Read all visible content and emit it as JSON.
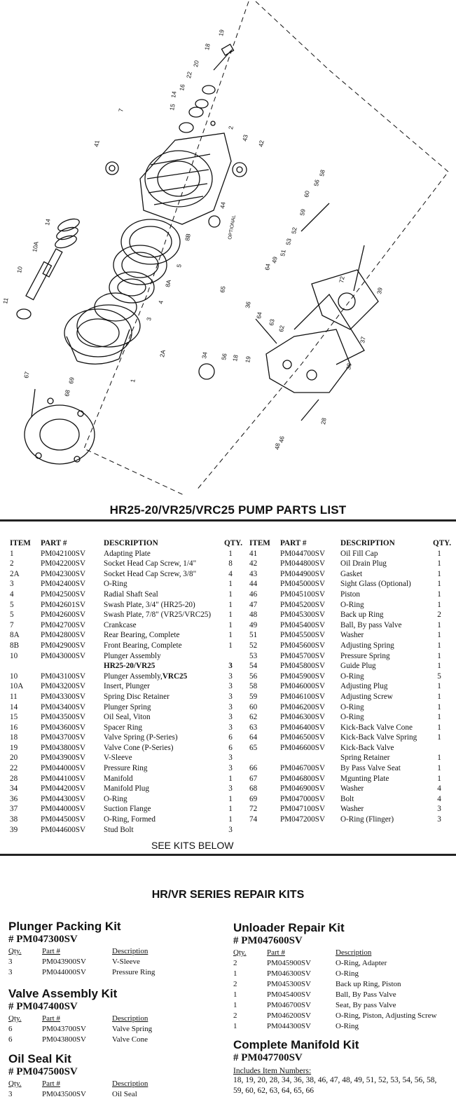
{
  "diagram": {
    "callouts": [
      "19",
      "18",
      "20",
      "22",
      "16",
      "14",
      "15",
      "7",
      "2",
      "41",
      "43",
      "42",
      "14",
      "44",
      "OPTIONAL",
      "58",
      "56",
      "60",
      "59",
      "52",
      "53",
      "51",
      "49",
      "64",
      "8B",
      "10A",
      "5",
      "8A",
      "10",
      "4",
      "11",
      "3",
      "65",
      "36",
      "64",
      "63",
      "62",
      "72",
      "39",
      "37",
      "38",
      "2A",
      "1",
      "34",
      "56",
      "18",
      "19",
      "67",
      "69",
      "68",
      "28",
      "46",
      "48"
    ]
  },
  "title": "HR25-20/VR25/VRC25 PUMP PARTS LIST",
  "headers": {
    "item": "ITEM",
    "part": "PART #",
    "desc": "DESCRIPTION",
    "qty": "QTY."
  },
  "left_rows": [
    {
      "item": "1",
      "part": "PM042100SV",
      "desc": "Adapting Plate",
      "qty": "1"
    },
    {
      "item": "2",
      "part": "PM042200SV",
      "desc": "Socket Head Cap Screw, 1/4\"",
      "qty": "8"
    },
    {
      "item": "2A",
      "part": "PM042300SV",
      "desc": "Socket Head Cap Screw, 3/8\"",
      "qty": "4"
    },
    {
      "item": "3",
      "part": "PM042400SV",
      "desc": "O-Ring",
      "qty": "1"
    },
    {
      "item": "4",
      "part": "PM042500SV",
      "desc": "Radial Shaft Seal",
      "qty": "1"
    },
    {
      "item": "5",
      "part": "PM042601SV",
      "desc": "Swash Plate, 3/4\" (HR25-20)",
      "qty": "1"
    },
    {
      "item": "5",
      "part": "PM042600SV",
      "desc": "Swash Plate, 7/8\" (VR25/VRC25)",
      "qty": "1"
    },
    {
      "item": "7",
      "part": "PM042700SV",
      "desc": "Crankcase",
      "qty": "1"
    },
    {
      "item": "8A",
      "part": "PM042800SV",
      "desc": "Rear Bearing, Complete",
      "qty": "1"
    },
    {
      "item": "8B",
      "part": "PM042900SV",
      "desc": "Front Bearing, Complete",
      "qty": "1"
    },
    {
      "item": "10",
      "part": "PM043000SV",
      "desc": "Plunger Assembly",
      "qty": ""
    },
    {
      "item": "",
      "part": "",
      "desc": "HR25-20/VR25",
      "qty": "3",
      "bold": true
    },
    {
      "item": "10",
      "part": "PM043100SV",
      "desc": "Plunger Assembly,",
      "desc_bold": "VRC25",
      "qty": "3"
    },
    {
      "item": "10A",
      "part": "PM043200SV",
      "desc": "Insert, Plunger",
      "qty": "3"
    },
    {
      "item": "11",
      "part": "PM043300SV",
      "desc": "Spring Disc Retainer",
      "qty": "3"
    },
    {
      "item": "14",
      "part": "PM043400SV",
      "desc": "Plunger Spring",
      "qty": "3"
    },
    {
      "item": "15",
      "part": "PM043500SV",
      "desc": "Oil Seal, Viton",
      "qty": "3"
    },
    {
      "item": "16",
      "part": "PM043600SV",
      "desc": "Spacer Ring",
      "qty": "3"
    },
    {
      "item": "18",
      "part": "PM043700SV",
      "desc": "Valve Spring (P-Series)",
      "qty": "6"
    },
    {
      "item": "19",
      "part": "PM043800SV",
      "desc": "Valve Cone (P-Series)",
      "qty": "6"
    },
    {
      "item": "20",
      "part": "PM043900SV",
      "desc": "V-Sleeve",
      "qty": "3"
    },
    {
      "item": "22",
      "part": "PM044000SV",
      "desc": "Pressure Ring",
      "qty": "3"
    },
    {
      "item": "28",
      "part": "PM044100SV",
      "desc": "Manifold",
      "qty": "1"
    },
    {
      "item": "34",
      "part": "PM044200SV",
      "desc": "Manifold Plug",
      "qty": "3"
    },
    {
      "item": "36",
      "part": "PM044300SV",
      "desc": "O-Ring",
      "qty": "1"
    },
    {
      "item": "37",
      "part": "PM044000SV",
      "desc": "Suction Flange",
      "qty": "1"
    },
    {
      "item": "38",
      "part": "PM044500SV",
      "desc": "O-Ring, Formed",
      "qty": "1"
    },
    {
      "item": "39",
      "part": "PM044600SV",
      "desc": "Stud Bolt",
      "qty": "3"
    }
  ],
  "right_rows": [
    {
      "item": "41",
      "part": "PM044700SV",
      "desc": "Oil Fill Cap",
      "qty": "1"
    },
    {
      "item": "42",
      "part": "PM044800SV",
      "desc": "Oil Drain Plug",
      "qty": "1"
    },
    {
      "item": "43",
      "part": "PM044900SV",
      "desc": "Gasket",
      "qty": "1"
    },
    {
      "item": "44",
      "part": "PM045000SV",
      "desc": "Sight Glass (Optional)",
      "qty": "1"
    },
    {
      "item": "46",
      "part": "PM045100SV",
      "desc": "Piston",
      "qty": "1"
    },
    {
      "item": "47",
      "part": "PM045200SV",
      "desc": "O-Ring",
      "qty": "1"
    },
    {
      "item": "48",
      "part": "PM045300SV",
      "desc": "Back up Ring",
      "qty": "2"
    },
    {
      "item": "49",
      "part": "PM045400SV",
      "desc": "Ball, By pass Valve",
      "qty": "1"
    },
    {
      "item": "51",
      "part": "PM045500SV",
      "desc": "Washer",
      "qty": "1"
    },
    {
      "item": "52",
      "part": "PM045600SV",
      "desc": "Adjusting Spring",
      "qty": "1"
    },
    {
      "item": "53",
      "part": "PM045700SV",
      "desc": "Pressure Spring",
      "qty": "1"
    },
    {
      "item": "54",
      "part": "PM045800SV",
      "desc": "Guide Plug",
      "qty": "1"
    },
    {
      "item": "56",
      "part": "PM045900SV",
      "desc": "O-Ring",
      "qty": "5"
    },
    {
      "item": "58",
      "part": "PM046000SV",
      "desc": "Adjusting Plug",
      "qty": "1"
    },
    {
      "item": "59",
      "part": "PM046100SV",
      "desc": "Adjusting Screw",
      "qty": "1"
    },
    {
      "item": "60",
      "part": "PM046200SV",
      "desc": "O-Ring",
      "qty": "1"
    },
    {
      "item": "62",
      "part": "PM046300SV",
      "desc": "O-Ring",
      "qty": "1"
    },
    {
      "item": "63",
      "part": "PM046400SV",
      "desc": "Kick-Back Valve Cone",
      "qty": "1"
    },
    {
      "item": "64",
      "part": "PM046500SV",
      "desc": "Kick-Back Valve Spring",
      "qty": "1"
    },
    {
      "item": "65",
      "part": "PM046600SV",
      "desc": "Kick-Back Valve",
      "qty": ""
    },
    {
      "item": "",
      "part": "",
      "desc": "Spring Retainer",
      "qty": "1"
    },
    {
      "item": "66",
      "part": "PM046700SV",
      "desc": "By Pass Valve Seat",
      "qty": "1"
    },
    {
      "item": "67",
      "part": "PM046800SV",
      "desc": "Mgunting Plate",
      "qty": "1"
    },
    {
      "item": "68",
      "part": "PM046900SV",
      "desc": "Washer",
      "qty": "4"
    },
    {
      "item": "69",
      "part": "PM047000SV",
      "desc": "Bolt",
      "qty": "4"
    },
    {
      "item": "72",
      "part": "PM047100SV",
      "desc": "Washer",
      "qty": "3"
    },
    {
      "item": "74",
      "part": "PM047200SV",
      "desc": "O-Ring (Flinger)",
      "qty": "3"
    }
  ],
  "see_kits": "SEE KITS BELOW",
  "kits_title": "HR/VR SERIES REPAIR KITS",
  "kit_headers": {
    "qty": "Qty.",
    "part": "Part #",
    "desc": "Description"
  },
  "kits": {
    "plunger": {
      "name": "Plunger Packing Kit",
      "number": "# PM047300SV",
      "rows": [
        {
          "qty": "3",
          "part": "PM043900SV",
          "desc": "V-Sleeve"
        },
        {
          "qty": "3",
          "part": "PM044000SV",
          "desc": "Pressure Ring"
        }
      ]
    },
    "valve": {
      "name": "Valve Assembly Kit",
      "number": "# PM047400SV",
      "rows": [
        {
          "qty": "6",
          "part": "PM043700SV",
          "desc": "Valve Spring"
        },
        {
          "qty": "6",
          "part": "PM043800SV",
          "desc": "Valve Cone"
        }
      ]
    },
    "oilseal": {
      "name": "Oil Seal Kit",
      "number": "# PM047500SV",
      "rows": [
        {
          "qty": "3",
          "part": "PM043500SV",
          "desc": "Oil Seal"
        }
      ]
    },
    "unloader": {
      "name": "Unloader Repair Kit",
      "number": "# PM047600SV",
      "rows": [
        {
          "qty": "2",
          "part": "PM045900SV",
          "desc": "O-Ring, Adapter"
        },
        {
          "qty": "1",
          "part": "PM046300SV",
          "desc": "O-Ring"
        },
        {
          "qty": "2",
          "part": "PM045300SV",
          "desc": "Back up Ring, Piston"
        },
        {
          "qty": "1",
          "part": "PM045400SV",
          "desc": "Ball, By Pass Valve"
        },
        {
          "qty": "1",
          "part": "PM046700SV",
          "desc": "Seat, By pass Valve"
        },
        {
          "qty": "2",
          "part": "PM046200SV",
          "desc": "O-Ring, Piston, Adjusting Screw"
        },
        {
          "qty": "1",
          "part": "PM044300SV",
          "desc": "O-Ring"
        }
      ]
    },
    "manifold": {
      "name": "Complete Manifold Kit",
      "number": "# PM047700SV",
      "includes_label": "Includes Item Numbers:",
      "includes": "18, 19, 20, 28, 34, 36, 38, 46, 47, 48, 49, 51, 52, 53, 54, 56, 58, 59, 60, 62, 63, 64, 65, 66"
    }
  }
}
